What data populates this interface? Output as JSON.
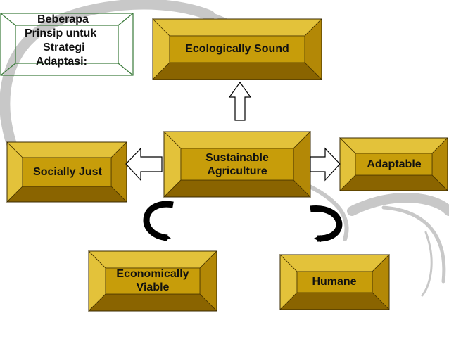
{
  "note": {
    "lines": [
      "Beberapa",
      "Prinsip untuk",
      "Strategi",
      "Adaptasi:"
    ]
  },
  "boxes": {
    "center": {
      "lines": [
        "Sustainable",
        "Agriculture"
      ]
    },
    "top": {
      "label": "Ecologically Sound"
    },
    "left": {
      "label": "Socially Just"
    },
    "right": {
      "label": "Adaptable"
    },
    "bottom_left": {
      "lines": [
        "Economically",
        "Viable"
      ]
    },
    "bottom_right": {
      "label": "Humane"
    }
  },
  "colors": {
    "face": "#c79d0a",
    "light": "#e3c23a",
    "mid": "#b38806",
    "dark": "#8a6400",
    "swirl": "#c8c8c8"
  }
}
